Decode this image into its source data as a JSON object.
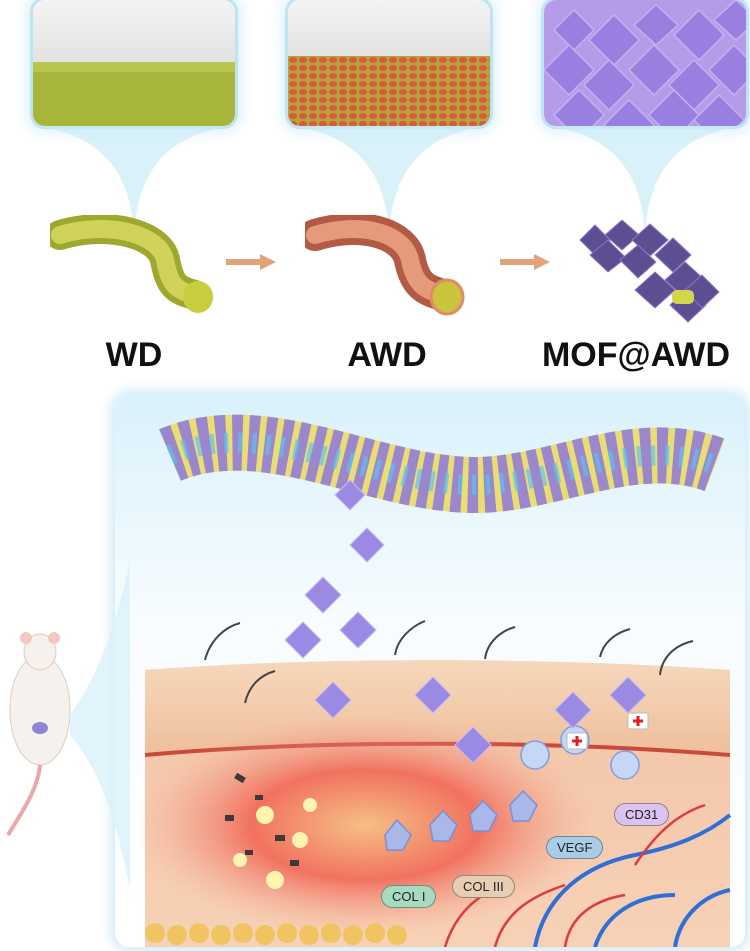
{
  "stages": [
    {
      "label": "WD",
      "coating": "plain"
    },
    {
      "label": "AWD",
      "coating": "particles"
    },
    {
      "label": "MOF@AWD",
      "coating": "octahedra"
    }
  ],
  "markers": [
    {
      "label": "COL I",
      "color": "#a6dbc2"
    },
    {
      "label": "COL III",
      "color": "#e6cdb4"
    },
    {
      "label": "VEGF",
      "color": "#a9cde6"
    },
    {
      "label": "CD31",
      "color": "#dcc2ef"
    }
  ],
  "colors": {
    "wd_fiber": "#c9c84a",
    "awd_fiber": "#cf7a5c",
    "mof": "#9a86e0",
    "skin": "#f3c9a4",
    "wound": "#f06a5a",
    "vessel_blue": "#2f6fd6",
    "vessel_red": "#e03a3a"
  }
}
